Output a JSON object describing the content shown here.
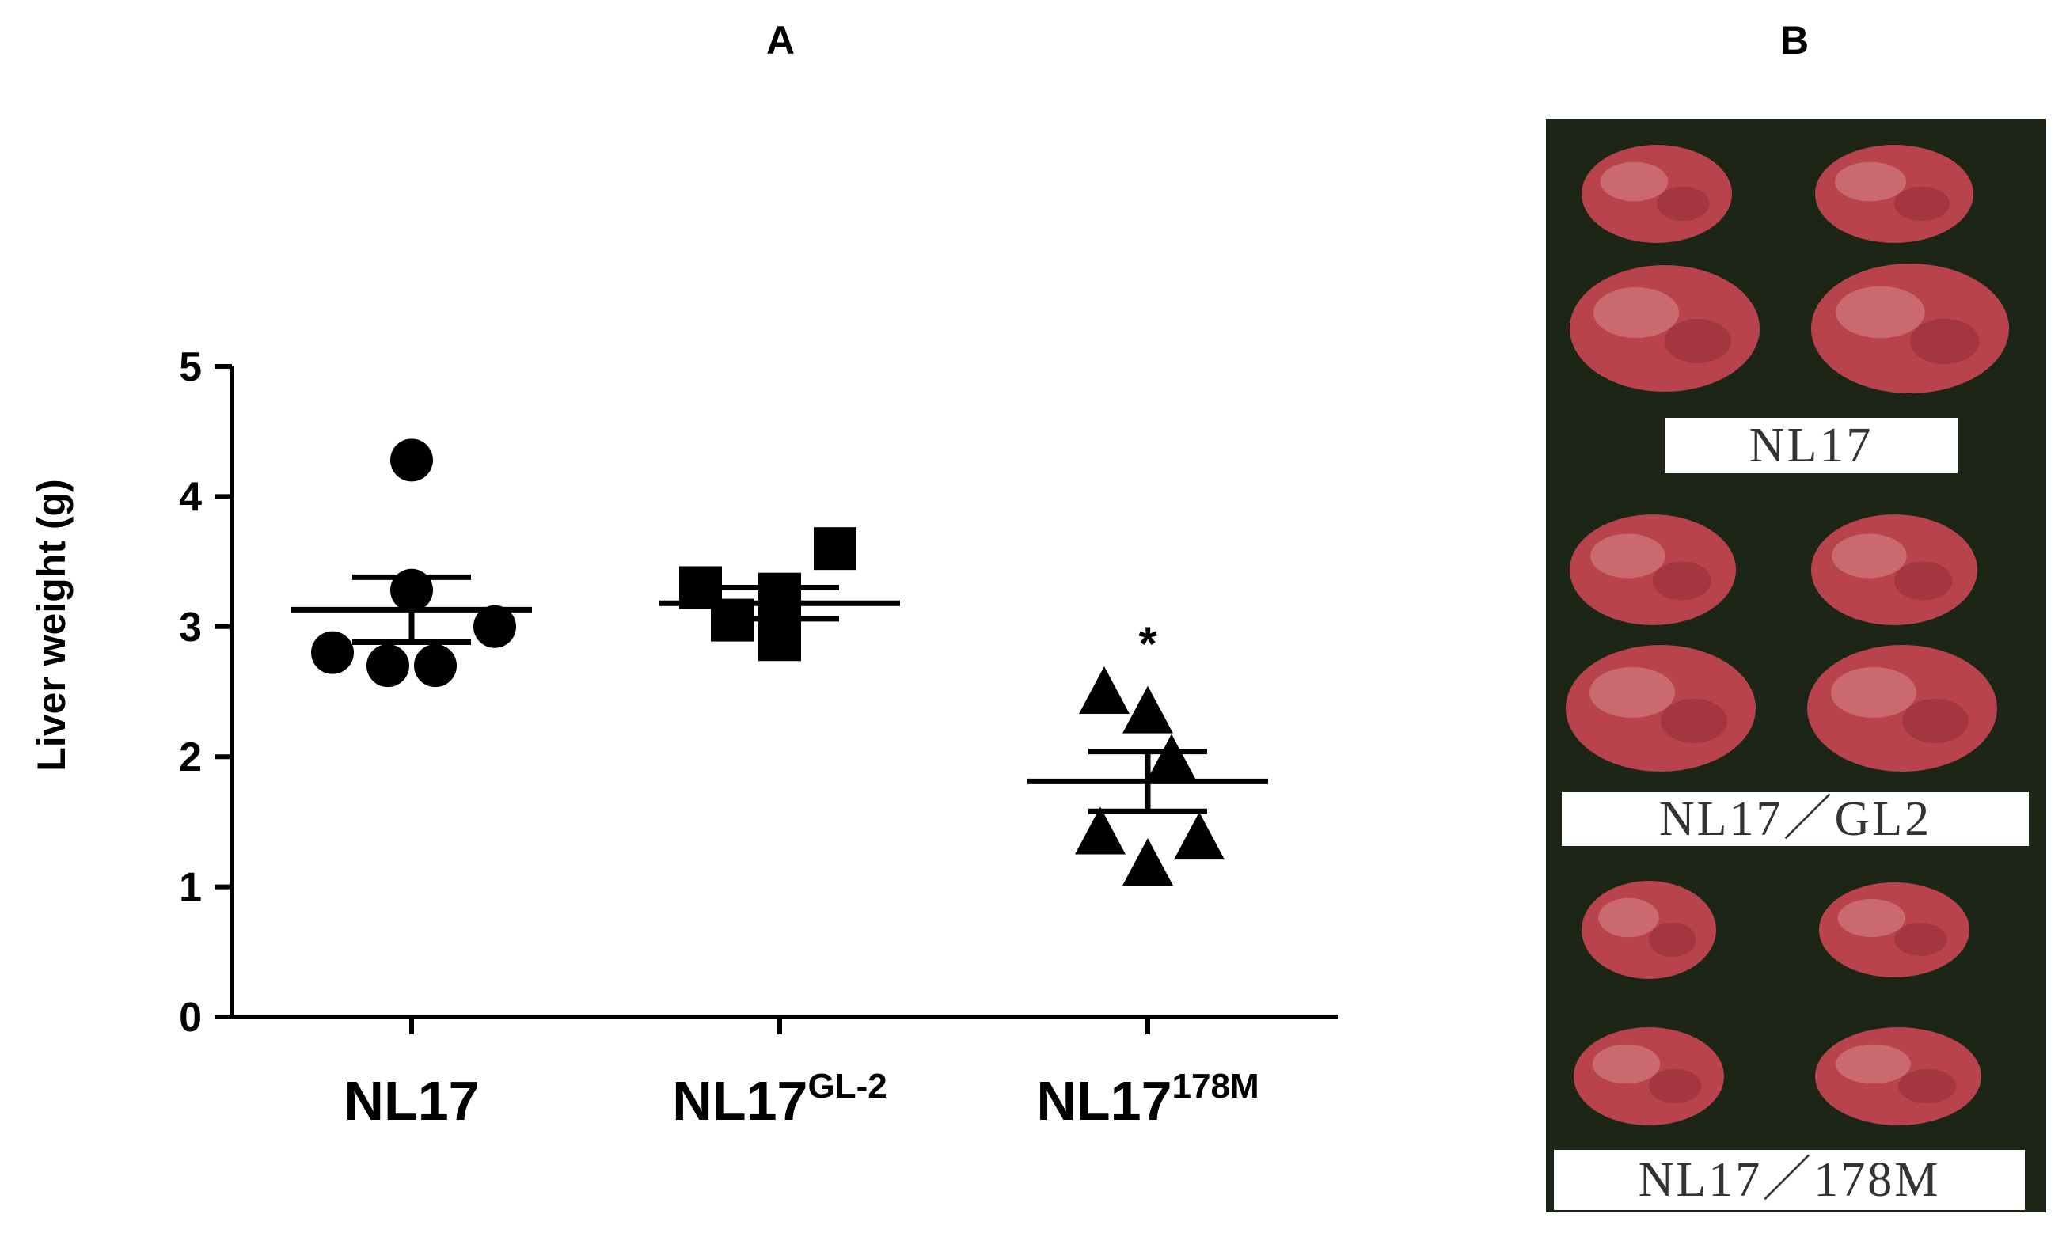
{
  "panels": {
    "a_label": "A",
    "b_label": "B"
  },
  "chart_data": {
    "type": "scatter",
    "title": "",
    "xlabel": "",
    "ylabel": "Liver weight (g)",
    "ylim": [
      0,
      5
    ],
    "yticks": [
      "0",
      "1",
      "2",
      "3",
      "4",
      "5"
    ],
    "grid": false,
    "categories": [
      {
        "base": "NL17",
        "sup": ""
      },
      {
        "base": "NL17",
        "sup": "GL-2"
      },
      {
        "base": "NL17",
        "sup": "178M"
      }
    ],
    "series": [
      {
        "marker": "circle",
        "values": [
          4.28,
          3.28,
          3.0,
          2.8,
          2.7,
          2.7
        ],
        "mean": 3.13,
        "sem_low": 2.88,
        "sem_high": 3.38
      },
      {
        "marker": "square",
        "values": [
          3.3,
          3.6,
          3.1,
          3.05,
          3.25,
          2.9
        ],
        "mean": 3.18,
        "sem_low": 3.06,
        "sem_high": 3.3
      },
      {
        "marker": "triangle",
        "values": [
          2.5,
          2.35,
          1.98,
          1.42,
          1.38,
          1.18
        ],
        "mean": 1.81,
        "sem_low": 1.58,
        "sem_high": 2.04
      }
    ],
    "annotations": [
      {
        "category_index": 2,
        "text": "*"
      }
    ],
    "color": "#000000"
  },
  "photo": {
    "labels": [
      "NL17",
      "NL17／GL2",
      "NL17／178M"
    ],
    "background": "#1d2616",
    "liver_color": "#b8434c"
  }
}
